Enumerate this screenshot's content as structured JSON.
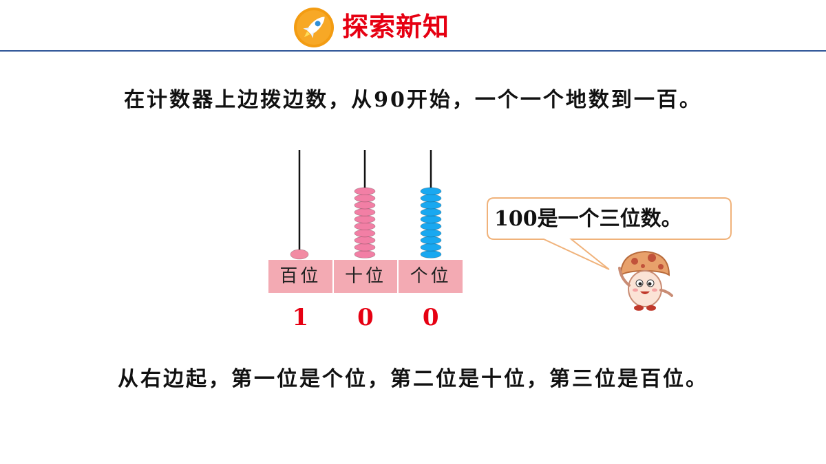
{
  "header": {
    "title": "探索新知",
    "badge_icon": "rocket-icon",
    "accent_color": "#e60012",
    "rule_color": "#2f5597"
  },
  "instruction": "在计数器上边拨边数，从90开始，一个一个地数到一百。",
  "abacus": {
    "places": [
      {
        "label": "百位",
        "digit": "1",
        "beads": 1,
        "color": "#f28ba3"
      },
      {
        "label": "十位",
        "digit": "0",
        "beads": 10,
        "color": "#f27fa5"
      },
      {
        "label": "个位",
        "digit": "0",
        "beads": 10,
        "color": "#19a8f0"
      }
    ],
    "cell_color": "#f3aab3",
    "digit_color": "#e60012"
  },
  "speech": {
    "text": "100是一个三位数。",
    "speaker_icon": "mushroom-mascot-icon"
  },
  "summary": "从右边起，第一位是个位，第二位是十位，第三位是百位。"
}
